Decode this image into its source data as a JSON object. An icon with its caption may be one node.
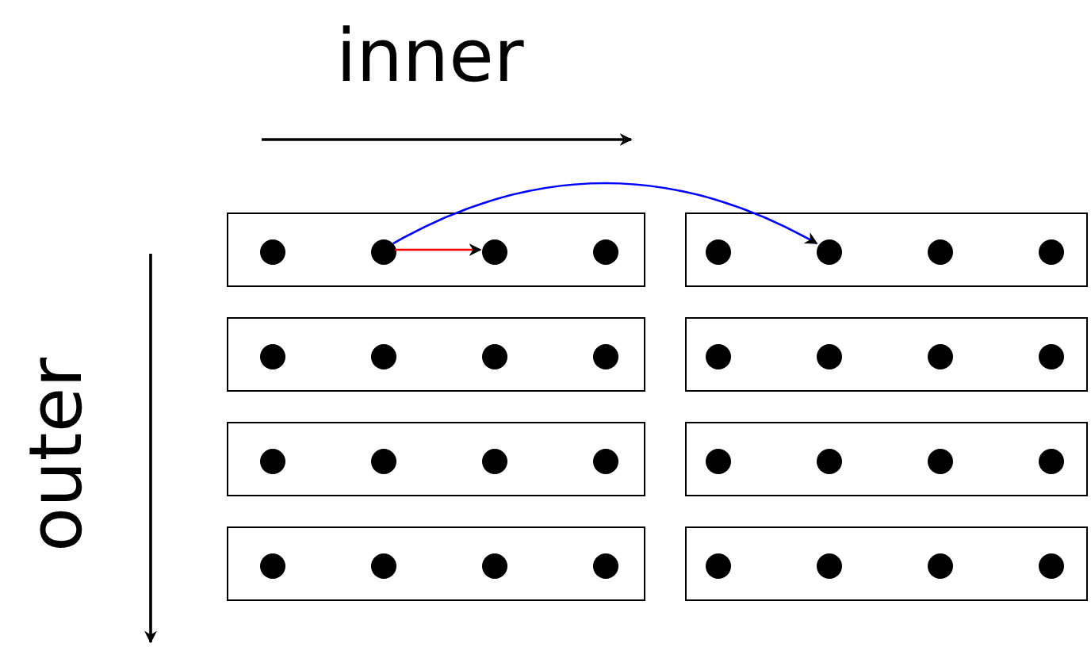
{
  "diagram": {
    "nodes": [
      {
        "text": [],
        "shape": "box"
      },
      {
        "text": [],
        "shape": "circle",
        "in": 0
      },
      {
        "text": [],
        "shape": "circle",
        "in": 0
      },
      {
        "text": [],
        "shape": "circle",
        "in": 0
      },
      {
        "text": [],
        "shape": "circle",
        "in": 0
      },
      {
        "text": [],
        "shape": "box"
      },
      {
        "text": [],
        "shape": "circle",
        "in": 5
      },
      {
        "text": [],
        "shape": "circle",
        "in": 5
      },
      {
        "text": [],
        "shape": "circle",
        "in": 5
      },
      {
        "text": [],
        "shape": "circle",
        "in": 5
      },
      {
        "text": [],
        "shape": "box"
      },
      {
        "text": [],
        "shape": "circle",
        "in": 10
      },
      {
        "text": [],
        "shape": "circle",
        "in": 10
      },
      {
        "text": [],
        "shape": "circle",
        "in": 10
      },
      {
        "text": [],
        "shape": "circle",
        "in": 10
      },
      {
        "text": [],
        "shape": "box"
      },
      {
        "text": [],
        "shape": "circle",
        "in": 15
      },
      {
        "text": [],
        "shape": "circle",
        "in": 15
      },
      {
        "text": [],
        "shape": "circle",
        "in": 15
      },
      {
        "text": [],
        "shape": "circle",
        "in": 15
      },
      {
        "text": [],
        "shape": "box"
      },
      {
        "text": [],
        "shape": "circle",
        "in": 20
      },
      {
        "text": [],
        "shape": "circle",
        "in": 20
      },
      {
        "text": [],
        "shape": "circle",
        "in": 20
      },
      {
        "text": [],
        "shape": "circle",
        "in": 20
      },
      {
        "text": [],
        "shape": "box"
      },
      {
        "text": [],
        "shape": "circle",
        "in": 25
      },
      {
        "text": [],
        "shape": "circle",
        "in": 25
      },
      {
        "text": [],
        "shape": "circle",
        "in": 25
      },
      {
        "text": [],
        "shape": "circle",
        "in": 25
      },
      {
        "text": [],
        "shape": "box"
      },
      {
        "text": [],
        "shape": "circle",
        "in": 30
      },
      {
        "text": [],
        "shape": "circle",
        "in": 30
      },
      {
        "text": [],
        "shape": "circle",
        "in": 30
      },
      {
        "text": [],
        "shape": "circle",
        "in": 30
      },
      {
        "text": [],
        "shape": "box"
      },
      {
        "text": [],
        "shape": "circle",
        "in": 35
      },
      {
        "text": [],
        "shape": "circle",
        "in": 35
      },
      {
        "text": [],
        "shape": "circle",
        "in": 35
      },
      {
        "text": [],
        "shape": "circle",
        "in": 35
      }
    ],
    "edges": [
      {
        "from": 2,
        "to": 3,
        "arrow": "to",
        "color": "#ff0000"
      },
      {
        "from": 2,
        "to": 7,
        "arrow": "to",
        "color": "#0000ff"
      }
    ],
    "labels": [
      "inner",
      "outer"
    ]
  }
}
